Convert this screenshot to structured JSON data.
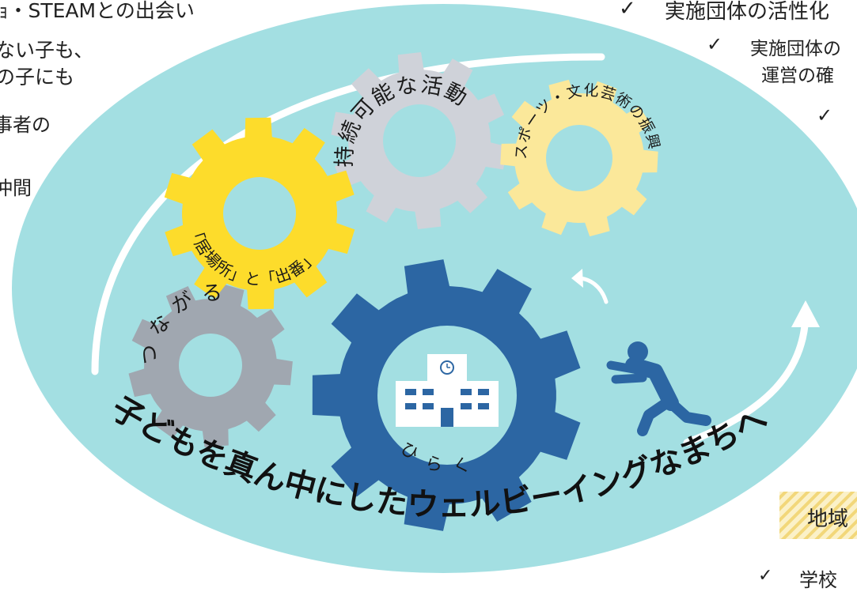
{
  "left_fragments": {
    "line1": "ｮ・STEAMとの出会い",
    "line2": "ない子も、",
    "line3": "の子にも",
    "line4": "事者の",
    "line5": "仲間",
    "line6": ""
  },
  "right_fragments": {
    "check": "✓",
    "line1": "実施団体の活性化",
    "line2": "実施団体の",
    "line3": "運営の確",
    "area_label": "地域",
    "school": "学校"
  },
  "gears": {
    "sustainable": "持続可能な活動",
    "sports_culture": "スポーツ・文化芸術の振興",
    "ibasho": "「居場所」と「出番」",
    "tsunagaru": "つながる",
    "hiraku": "ひらく"
  },
  "tagline": "子どもを真ん中にしたウェルビーイングなまちへ",
  "colors": {
    "circle": "#a3dfe2",
    "gear_gray": "#cfd2d9",
    "gear_dark_gray": "#a0a7b0",
    "gear_yellow": "#fddc2b",
    "gear_light_yellow": "#fbe89a",
    "gear_blue": "#2c66a3",
    "figure_blue": "#2c66a3",
    "arrow_white": "#ffffff",
    "text": "#1a1a1a"
  }
}
